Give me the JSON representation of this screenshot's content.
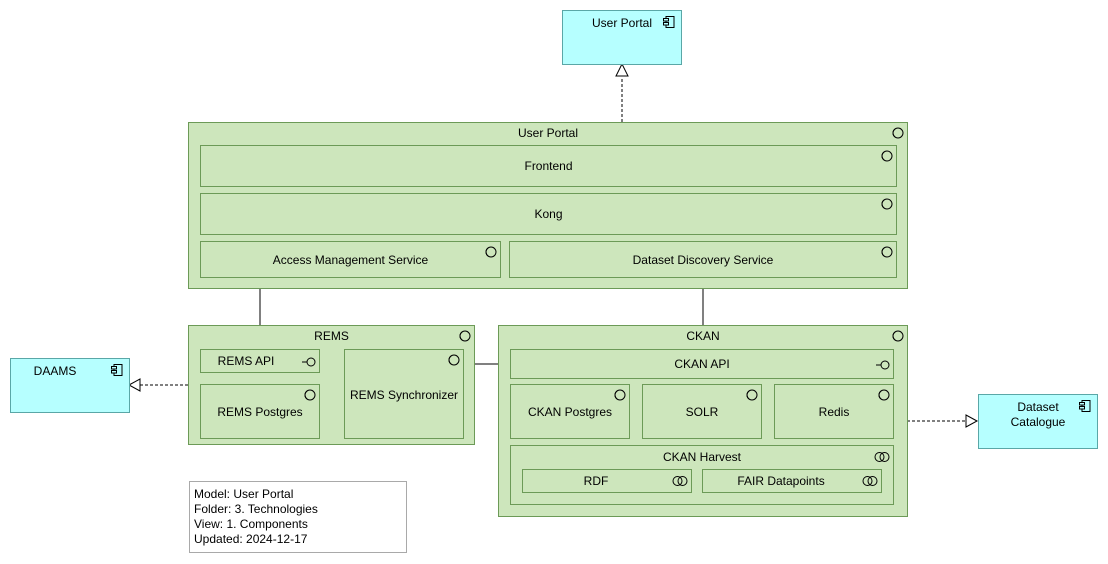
{
  "diagram": {
    "nodes": {
      "user_portal_component": "User Portal",
      "user_portal_group": "User Portal",
      "frontend": "Frontend",
      "kong": "Kong",
      "access_management": "Access Management Service",
      "dataset_discovery": "Dataset Discovery Service",
      "rems": "REMS",
      "rems_api": "REMS API",
      "rems_postgres": "REMS Postgres",
      "rems_synchronizer": "REMS Synchronizer",
      "ckan": "CKAN",
      "ckan_api": "CKAN API",
      "ckan_postgres": "CKAN Postgres",
      "solr": "SOLR",
      "redis": "Redis",
      "ckan_harvest": "CKAN Harvest",
      "rdf": "RDF",
      "fair_datapoints": "FAIR Datapoints",
      "daams": "DAAMS",
      "dataset_catalogue_line1": "Dataset",
      "dataset_catalogue_line2": "Catalogue"
    },
    "note": {
      "model": "Model: User Portal",
      "folder": "Folder: 3. Technologies",
      "view": "View: 1. Components",
      "updated": "Updated: 2024-12-17"
    },
    "icons": {
      "component": "component-icon",
      "service": "service-icon",
      "interface": "interface-icon",
      "collaboration": "collaboration-icon"
    },
    "colors": {
      "node_fill": "#cde6bc",
      "node_border": "#6c9a57",
      "component_fill": "#b6ffff",
      "component_border": "#5aa7a7"
    }
  }
}
